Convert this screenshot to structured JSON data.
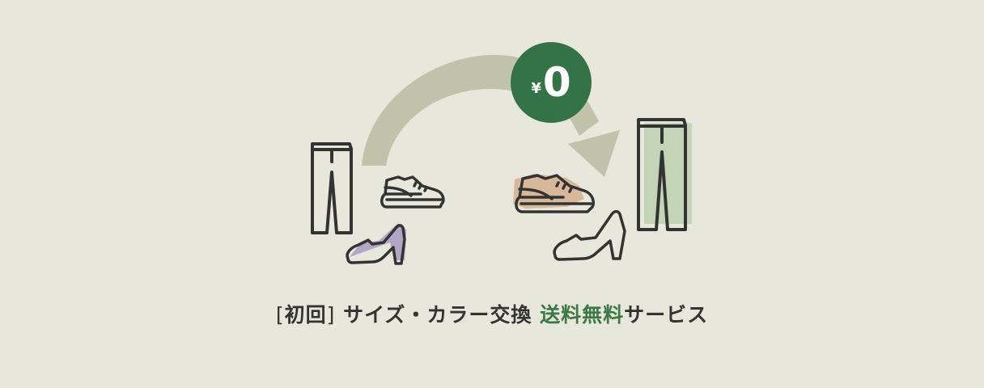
{
  "banner": {
    "badge": {
      "currency_symbol": "¥",
      "amount": "0",
      "color": "#337345"
    },
    "caption": {
      "bracket_open": "[",
      "prefix": "初回",
      "bracket_close": "]",
      "service": " サイズ・カラー交換 ",
      "highlight": "送料無料",
      "suffix": "サービス",
      "text_color": "#333333",
      "highlight_color": "#3a7a44"
    },
    "icons": [
      "pants-icon",
      "sneaker-icon",
      "high-heel-icon",
      "exchange-arrow-icon",
      "sneaker-tan-icon",
      "high-heel-outline-icon",
      "pants-green-icon"
    ],
    "colors": {
      "background": "#e8e7dc",
      "arrow": "#c1c2aa",
      "heel_fill": "#b3a5c6",
      "sneaker_fill": "#d8b89a",
      "pants_fill": "#c3d5b6",
      "outline": "#333333"
    }
  }
}
